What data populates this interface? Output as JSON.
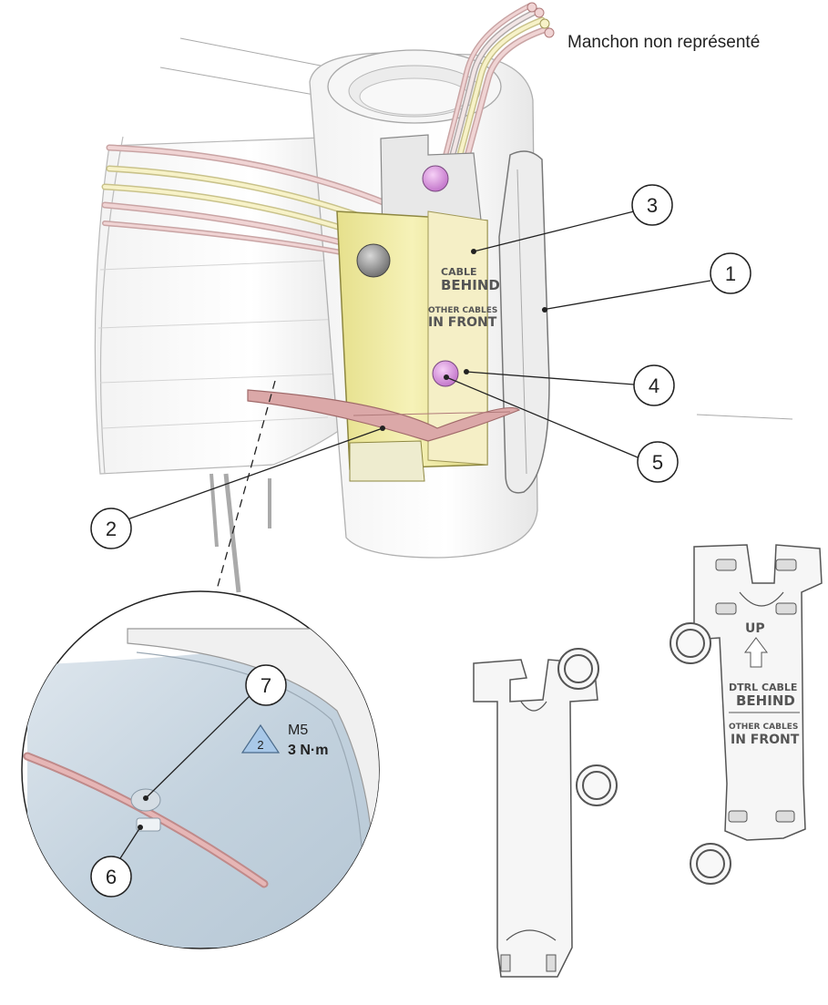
{
  "note": "Manchon non représenté",
  "callouts": [
    "1",
    "2",
    "3",
    "4",
    "5",
    "6",
    "7"
  ],
  "torque": {
    "step": "2",
    "thread": "M5",
    "value": "3 N·m"
  },
  "bracket_text": {
    "cable_behind_1": "CABLE",
    "cable_behind_2": "BEHIND",
    "other_cables_1": "OTHER CABLES",
    "other_cables_2": "IN FRONT",
    "up": "UP",
    "dtrl_1": "DTRL CABLE",
    "dtrl_2": "BEHIND"
  },
  "icons": [
    "bracket-front-view",
    "bracket-back-view",
    "snap-ring-icon",
    "cable-bundle",
    "screw"
  ]
}
